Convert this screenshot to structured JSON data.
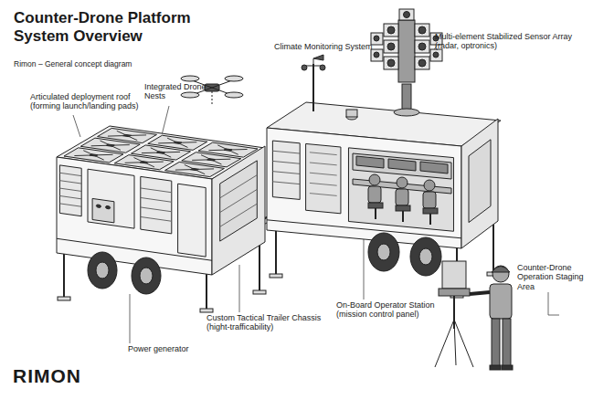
{
  "diagram": {
    "title": "Counter-Drone Platform System Overview",
    "labels": [
      "Rimon – General concept diagram",
      "Articulated deployment roof (forming launch/landing pads)",
      "Integrated Drone Nests",
      "Climate Monitoring System",
      "Multi-element Stabilized Sensor Array (radar, optronics)",
      "Power generator",
      "Custom Tactical Trailer Chassis (hight-trafficability)",
      "On-Board Operator Station (mission control panel)",
      "Counter-Drone Operation Staging Area",
      "RIMON"
    ]
  }
}
